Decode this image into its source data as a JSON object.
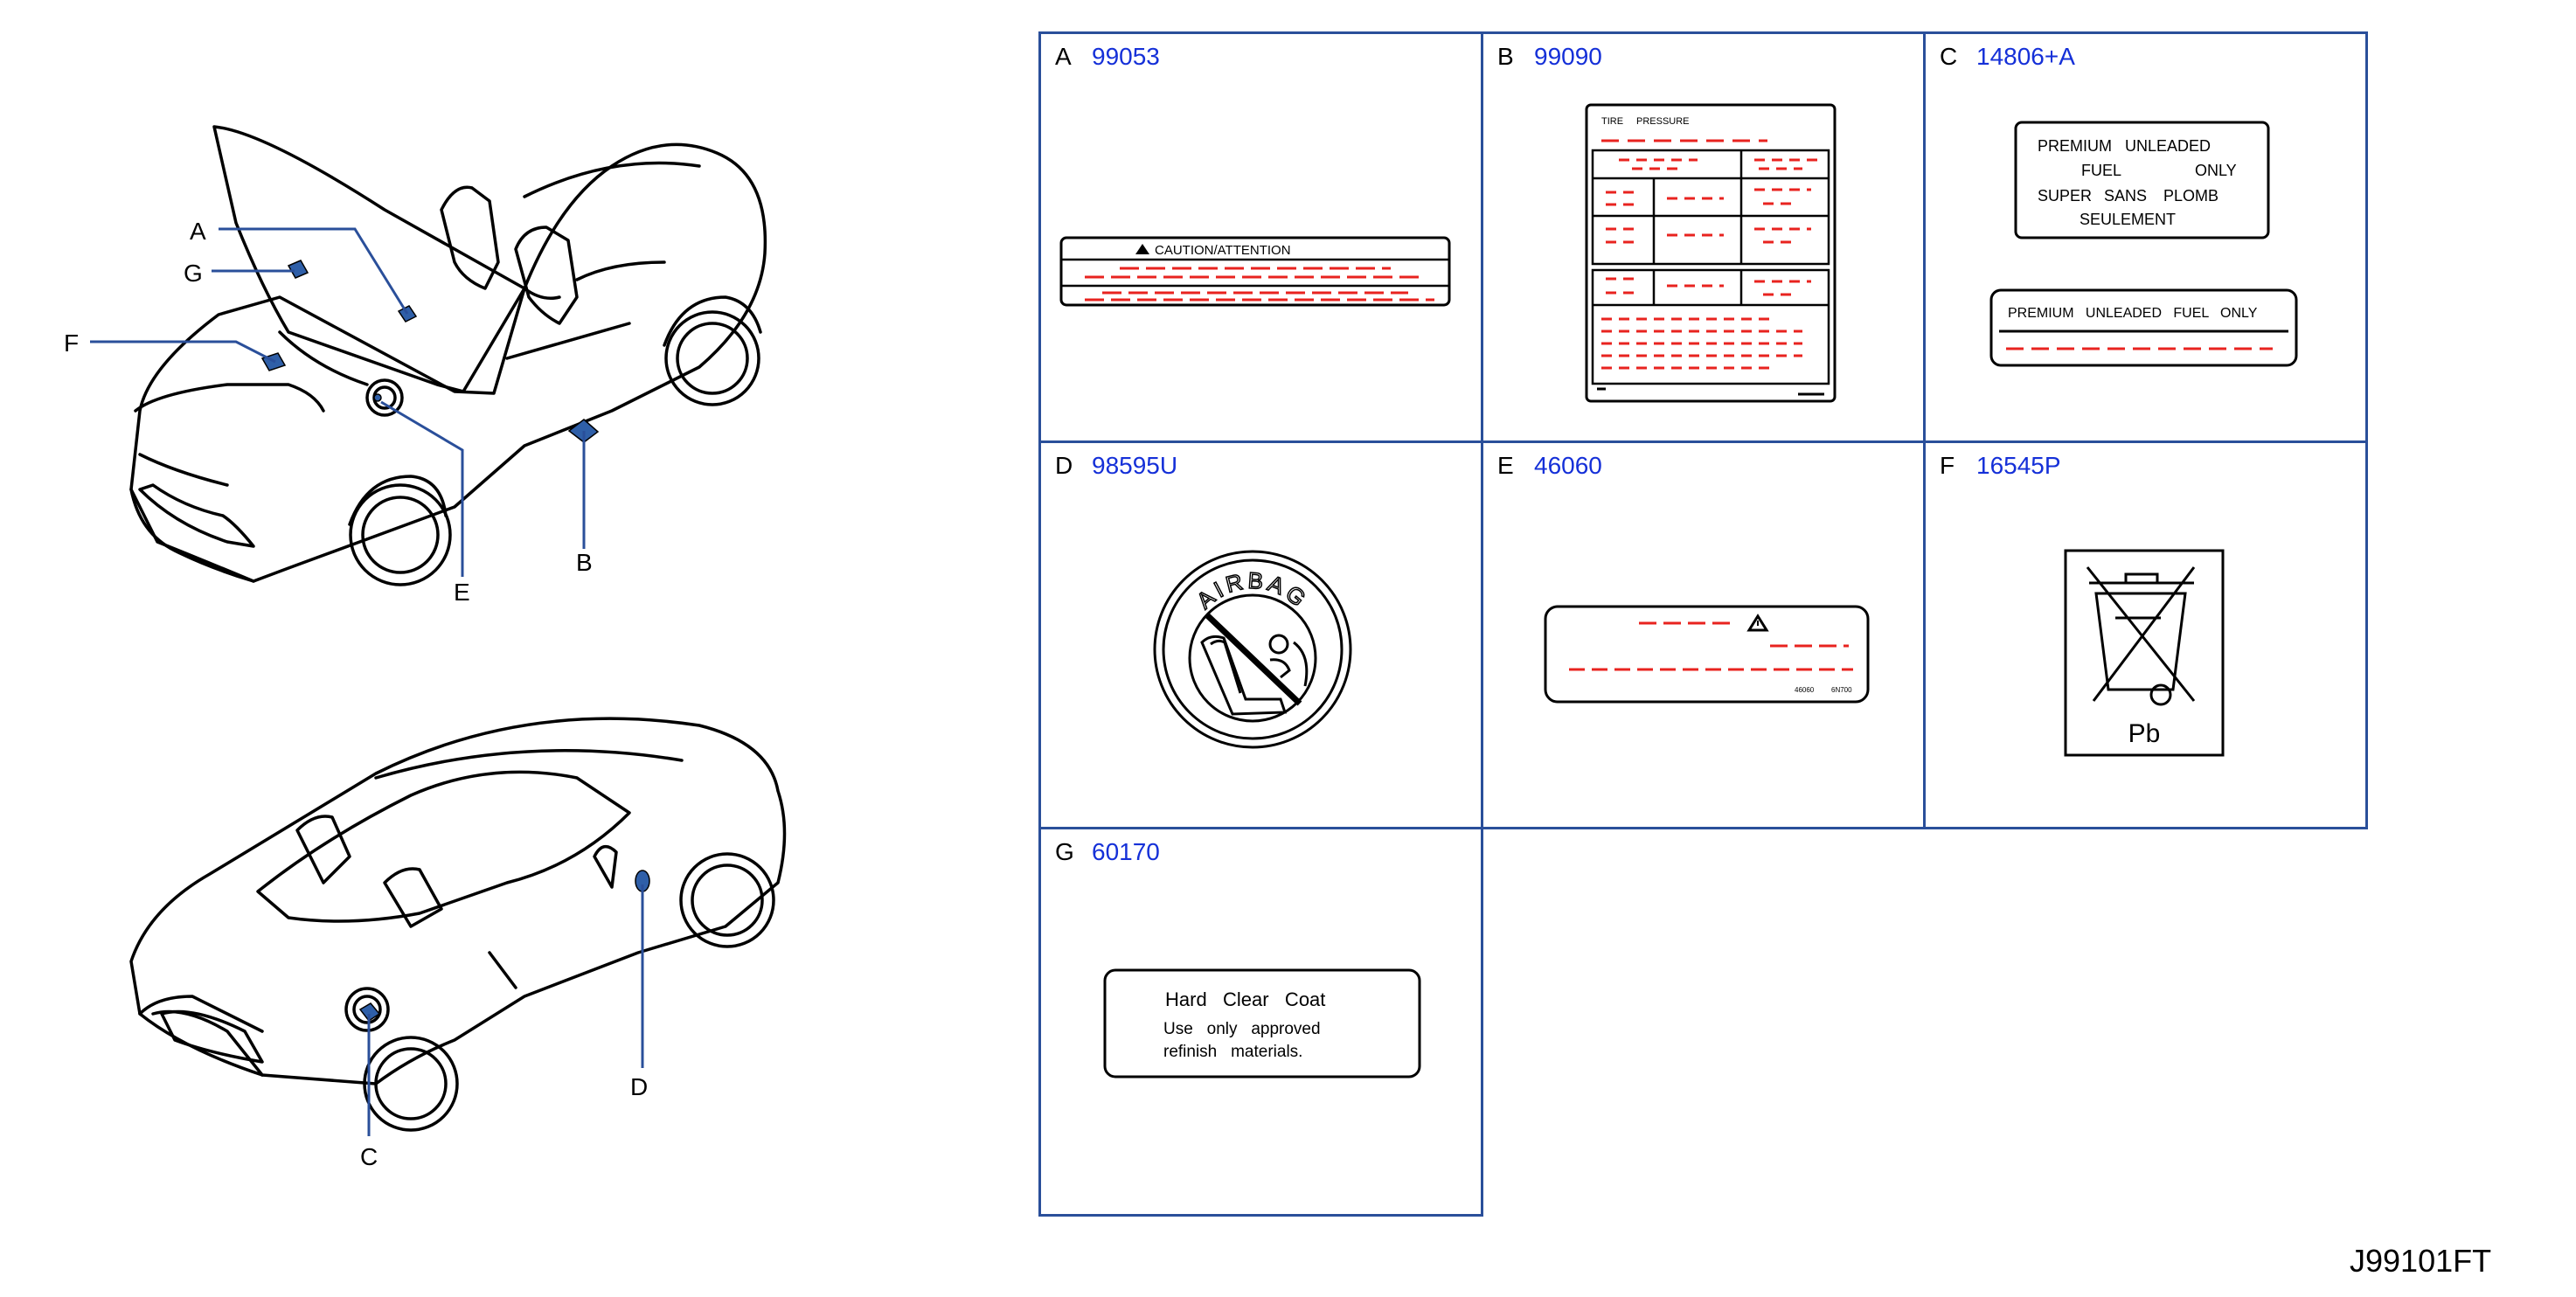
{
  "callouts": {
    "A": "A",
    "G": "G",
    "F": "F",
    "E": "E",
    "B": "B",
    "C": "C",
    "D": "D"
  },
  "cells": [
    {
      "letter": "A",
      "part": "99053"
    },
    {
      "letter": "B",
      "part": "99090"
    },
    {
      "letter": "C",
      "part": "14806+A"
    },
    {
      "letter": "D",
      "part": "98595U"
    },
    {
      "letter": "E",
      "part": "46060"
    },
    {
      "letter": "F",
      "part": "16545P"
    },
    {
      "letter": "G",
      "part": "60170"
    }
  ],
  "labels": {
    "caution_title": "CAUTION/ATTENTION",
    "tire_header_1": "TIRE",
    "tire_header_2": "PRESSURE",
    "fuel_fr_line1a": "PREMIUM",
    "fuel_fr_line1b": "UNLEADED",
    "fuel_fr_line2a": "FUEL",
    "fuel_fr_line2b": "ONLY",
    "fuel_fr_line3a": "SUPER",
    "fuel_fr_line3b": "SANS",
    "fuel_fr_line3c": "PLOMB",
    "fuel_fr_line4": "SEULEMENT",
    "fuel_en": "PREMIUM   UNLEADED   FUEL   ONLY",
    "airbag_text": "AIRBAG",
    "e_small_1": "46060",
    "e_small_2": "6N700",
    "pb_text": "Pb",
    "coat_title": "Hard   Clear   Coat",
    "coat_line1": "Use   only   approved",
    "coat_line2": "refinish   materials."
  },
  "colors": {
    "frame": "#2a4f9a",
    "part_number": "#1530d8",
    "dash": "#e8231f",
    "marker": "#2f5fa8"
  },
  "diagram_code": "J99101FT"
}
